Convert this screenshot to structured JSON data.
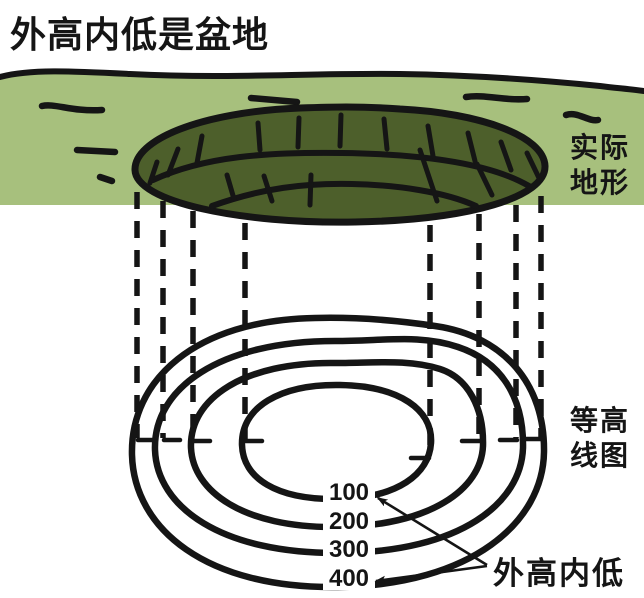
{
  "figure": {
    "title": "外高内低是盆地",
    "terrain_label": {
      "line1": "实际",
      "line2": "地形"
    },
    "contour_map_label": {
      "line1": "等高",
      "line2": "线图"
    },
    "annotation": "外高内低",
    "contours": {
      "values": [
        "100",
        "200",
        "300",
        "400"
      ],
      "order": "innermost 100 to outermost 400, elevation increases outward (basin)"
    }
  },
  "colors": {
    "grass_green": "#a7c07d",
    "basin_dark_green": "#4d5f2b",
    "ink_black": "#151515",
    "background": "#ffffff"
  }
}
